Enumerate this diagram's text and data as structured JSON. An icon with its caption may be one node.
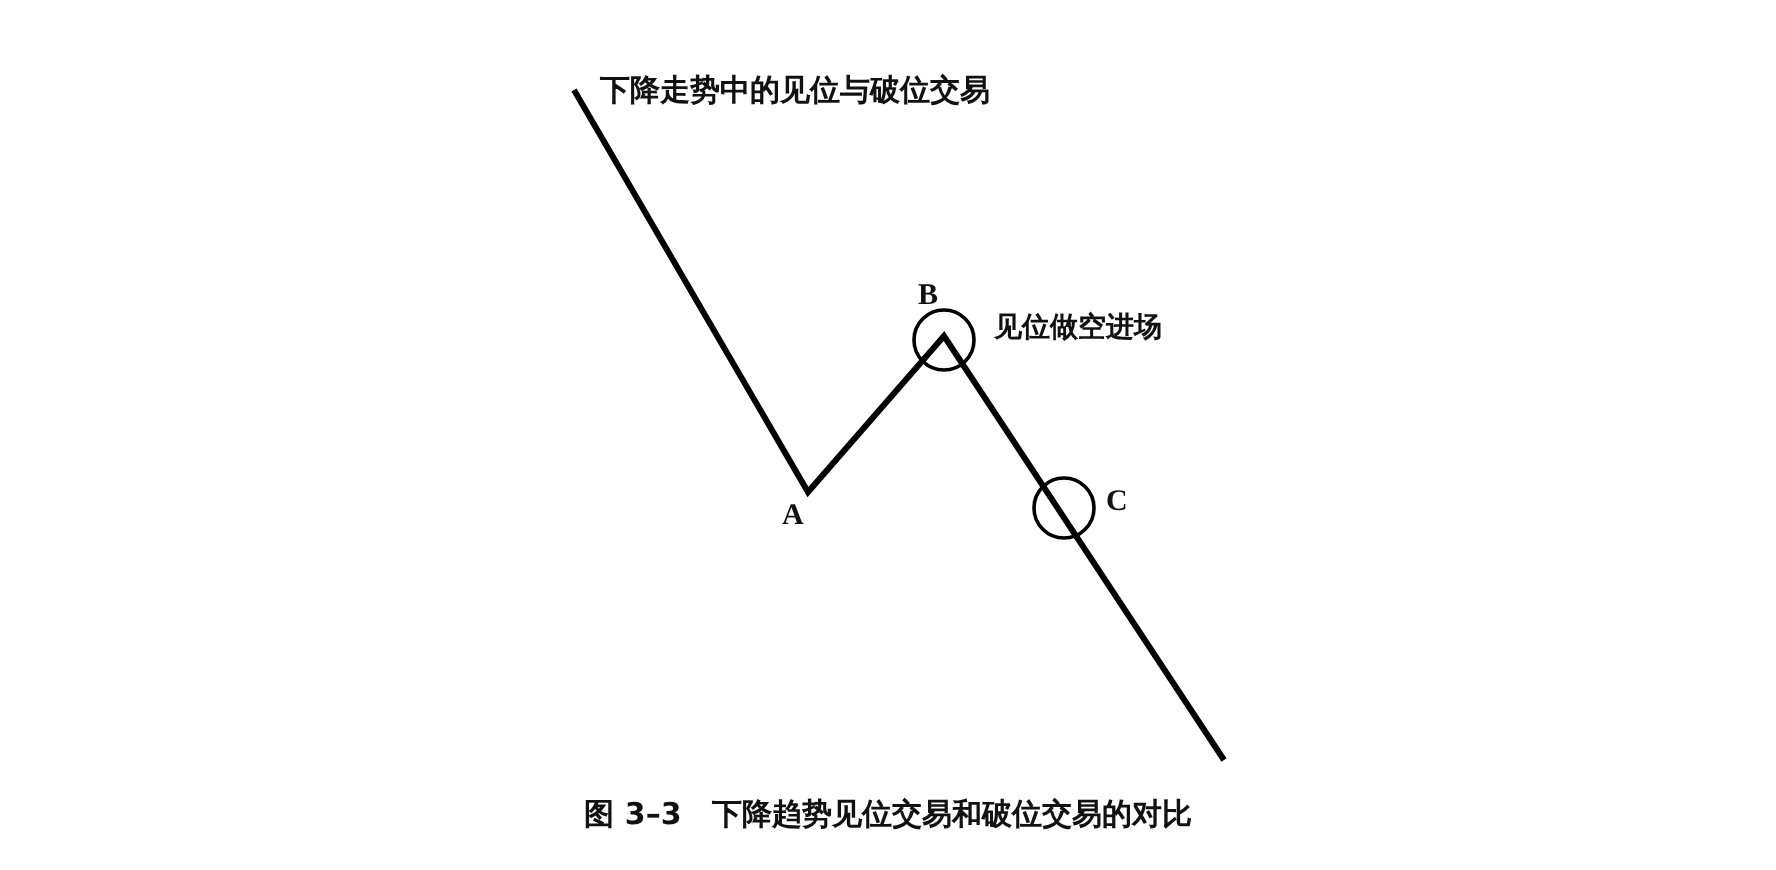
{
  "diagram": {
    "caption": "图 3–3　下降趋势见位交易和破位交易的对比",
    "labels": [
      "下降走势中的见位与破位交易",
      "B",
      "见位做空进场",
      "A",
      "C"
    ]
  }
}
